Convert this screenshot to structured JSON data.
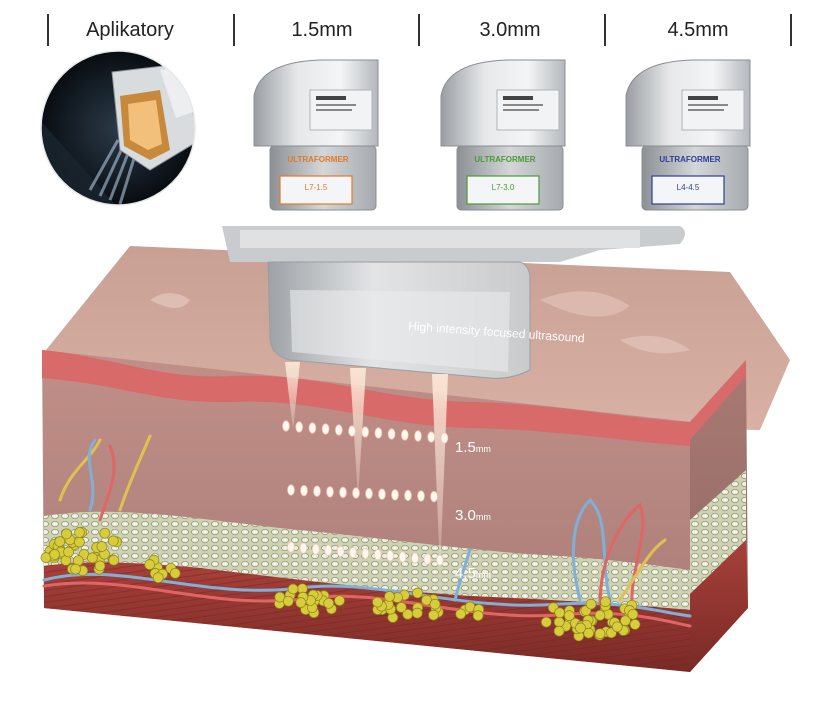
{
  "header": {
    "applicators_label": "Aplikatory",
    "depth_1": "1.5mm",
    "depth_2": "3.0mm",
    "depth_3": "4.5mm"
  },
  "cartridges": [
    {
      "brand": "ULTRAFORMER",
      "code": "L7-1.5",
      "accent": "#e07a2c"
    },
    {
      "brand": "ULTRAFORMER",
      "code": "L7-3.0",
      "accent": "#4a9a3a"
    },
    {
      "brand": "ULTRAFORMER",
      "code": "L4-4.5",
      "accent": "#2a3f9a"
    }
  ],
  "diagram": {
    "hifu_label": "High intensity focused ultrasound",
    "depth_labels": [
      {
        "value": "1.5",
        "unit": "mm"
      },
      {
        "value": "3.0",
        "unit": "mm"
      },
      {
        "value": "4.5",
        "unit": "mm"
      }
    ]
  },
  "colors": {
    "skin_top": "#c99a8d",
    "epidermis": "#d86a6a",
    "dermis": "#b88a84",
    "fat": "#d8dcc0",
    "muscle": "#9c3a36",
    "fat_cells": "#d8cc3a",
    "beam": "#f6d6c0"
  }
}
